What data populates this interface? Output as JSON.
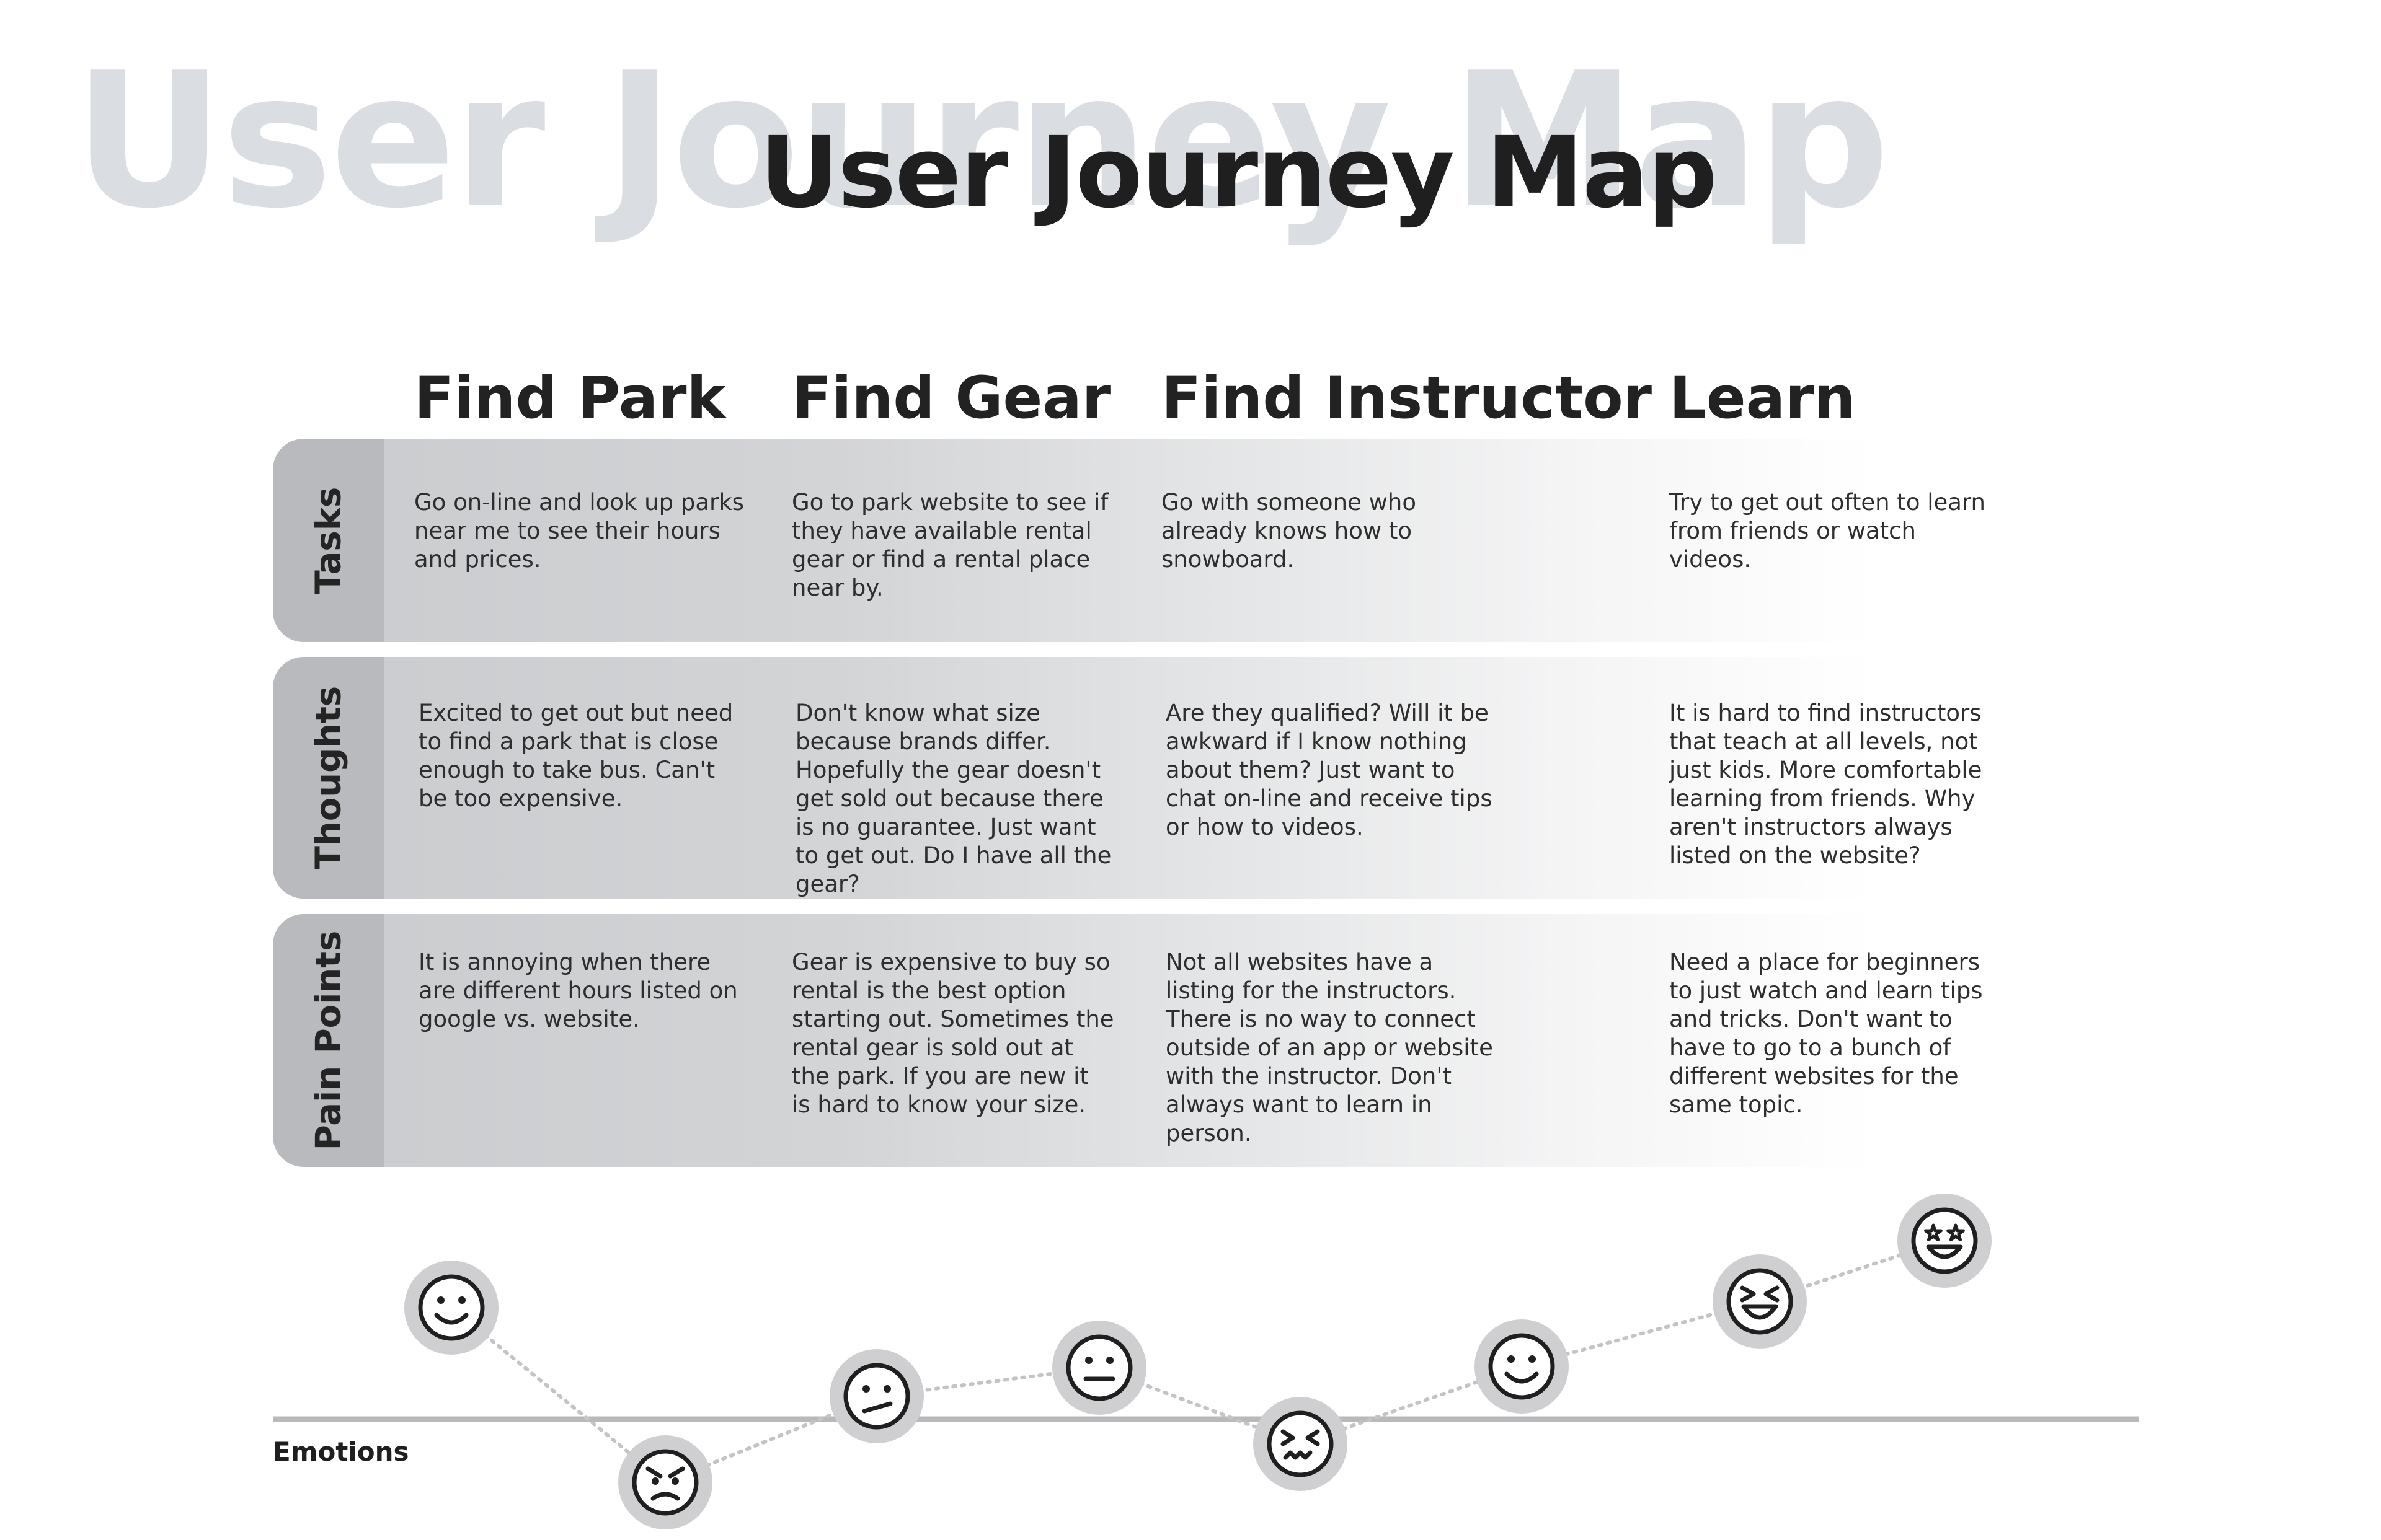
{
  "title_watermark": "User Journey Map",
  "title": "User Journey Map",
  "stages": [
    "Find Park",
    "Find Gear",
    "Find Instructor",
    "Learn"
  ],
  "rows": [
    {
      "label": "Tasks",
      "cells": [
        "Go on-line and look up parks near me to see their hours and prices.",
        "Go to park website to see if they have available rental gear or find a rental place near by.",
        "Go with someone who already knows how to snowboard.",
        "Try to get out often to learn from friends or watch videos."
      ]
    },
    {
      "label": "Thoughts",
      "cells": [
        "Excited to get out but need to find a park that is close enough to take bus. Can't be too expensive.",
        "Don't know what size because brands differ. Hopefully the gear doesn't get sold out because there is no guarantee. Just want to get out. Do I have all the gear?",
        "Are they qualified? Will it be awkward if I know nothing about them? Just want to chat on-line and receive tips or how to videos.",
        "It is hard to find instructors that teach at all levels, not just kids. More comfortable learning from friends. Why aren't instructors always listed on the website?"
      ]
    },
    {
      "label": "Pain Points",
      "cells": [
        "It is annoying when there are different hours listed on google vs. website.",
        "Gear is expensive to buy so rental is the best option starting out. Sometimes the rental gear is sold out at the park. If you are new it is hard to know your size.",
        "Not all websites have a listing for the instructors. There is no way to connect outside of an app or website with the instructor. Don't always want to learn in person.",
        "Need a place for beginners to just watch and learn tips and tricks. Don't want to have to go to a bunch of different websites for the same topic."
      ]
    }
  ],
  "emotions": {
    "label": "Emotions",
    "points": [
      {
        "mood": "smile",
        "icon": "smile-face-icon"
      },
      {
        "mood": "angry",
        "icon": "angry-face-icon"
      },
      {
        "mood": "confused",
        "icon": "confused-face-icon"
      },
      {
        "mood": "neutral",
        "icon": "neutral-face-icon"
      },
      {
        "mood": "frustrated",
        "icon": "frustrated-face-icon"
      },
      {
        "mood": "smile",
        "icon": "smile-face-icon"
      },
      {
        "mood": "laughing",
        "icon": "laughing-face-icon"
      },
      {
        "mood": "star-struck",
        "icon": "star-struck-face-icon"
      }
    ]
  }
}
